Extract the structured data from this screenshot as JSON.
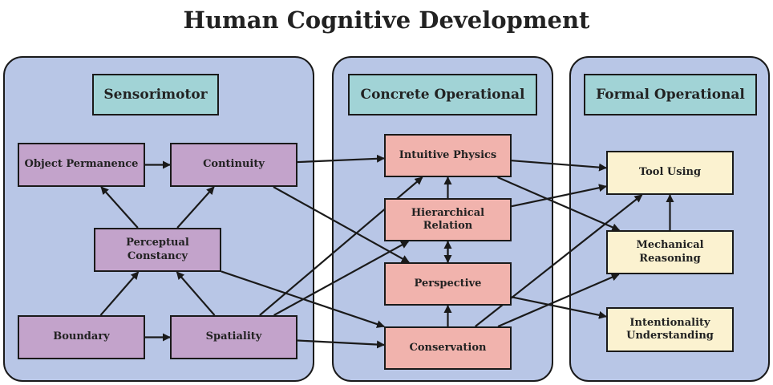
{
  "title": "Human Cognitive Development",
  "stages": {
    "sensorimotor": "Sensorimotor",
    "concrete": "Concrete Operational",
    "formal": "Formal Operational"
  },
  "nodes": {
    "object_permanence": "Object Permanence",
    "continuity": "Continuity",
    "perceptual_constancy": "Perceptual Constancy",
    "boundary": "Boundary",
    "spatiality": "Spatiality",
    "intuitive_physics": "Intuitive Physics",
    "hierarchical_relation": "Hierarchical Relation",
    "perspective": "Perspective",
    "conservation": "Conservation",
    "tool_using": "Tool Using",
    "mechanical_reasoning": "Mechanical Reasoning",
    "intentionality_understanding": "Intentionality Understanding"
  },
  "colors": {
    "panel": "#b8c6e6",
    "stage_header": "#a1d3d6",
    "sensorimotor_node": "#c3a3cb",
    "concrete_node": "#f1b3ad",
    "formal_node": "#fbf2d0"
  },
  "edges": [
    [
      "object_permanence",
      "continuity"
    ],
    [
      "perceptual_constancy",
      "object_permanence"
    ],
    [
      "perceptual_constancy",
      "continuity"
    ],
    [
      "boundary",
      "perceptual_constancy"
    ],
    [
      "boundary",
      "spatiality"
    ],
    [
      "spatiality",
      "perceptual_constancy"
    ],
    [
      "continuity",
      "intuitive_physics"
    ],
    [
      "continuity",
      "perspective"
    ],
    [
      "spatiality",
      "intuitive_physics"
    ],
    [
      "spatiality",
      "hierarchical_relation"
    ],
    [
      "spatiality",
      "conservation"
    ],
    [
      "perceptual_constancy",
      "conservation"
    ],
    [
      "hierarchical_relation",
      "intuitive_physics"
    ],
    [
      "hierarchical_relation",
      "perspective"
    ],
    [
      "perspective",
      "hierarchical_relation"
    ],
    [
      "conservation",
      "perspective"
    ],
    [
      "intuitive_physics",
      "tool_using"
    ],
    [
      "intuitive_physics",
      "mechanical_reasoning"
    ],
    [
      "hierarchical_relation",
      "tool_using"
    ],
    [
      "perspective",
      "intentionality_understanding"
    ],
    [
      "conservation",
      "tool_using"
    ],
    [
      "conservation",
      "mechanical_reasoning"
    ],
    [
      "mechanical_reasoning",
      "tool_using"
    ]
  ]
}
